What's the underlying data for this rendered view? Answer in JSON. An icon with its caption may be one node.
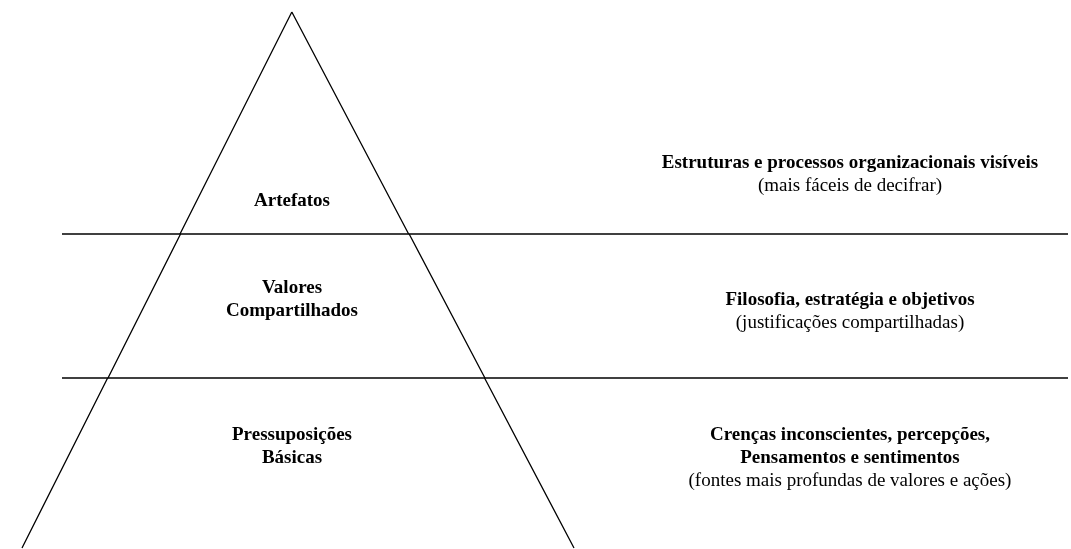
{
  "diagram": {
    "nodes": [
      {
        "text": [
          "Artefatos"
        ],
        "beside": [
          "Estruturas e processos organizacionais visíveis",
          "(mais fáceis de decifrar)"
        ]
      },
      {
        "text": [
          "Valores Compartilhados"
        ],
        "beside": [
          "Filosofia, estratégia e objetivos",
          "(justificações compartilhadas)"
        ]
      },
      {
        "text": [
          "Pressuposições Básicas"
        ],
        "beside": [
          "Crenças inconscientes, percepções, Pensamentos e sentimentos",
          "(fontes mais profundas de valores e ações)"
        ]
      }
    ],
    "edges": []
  }
}
